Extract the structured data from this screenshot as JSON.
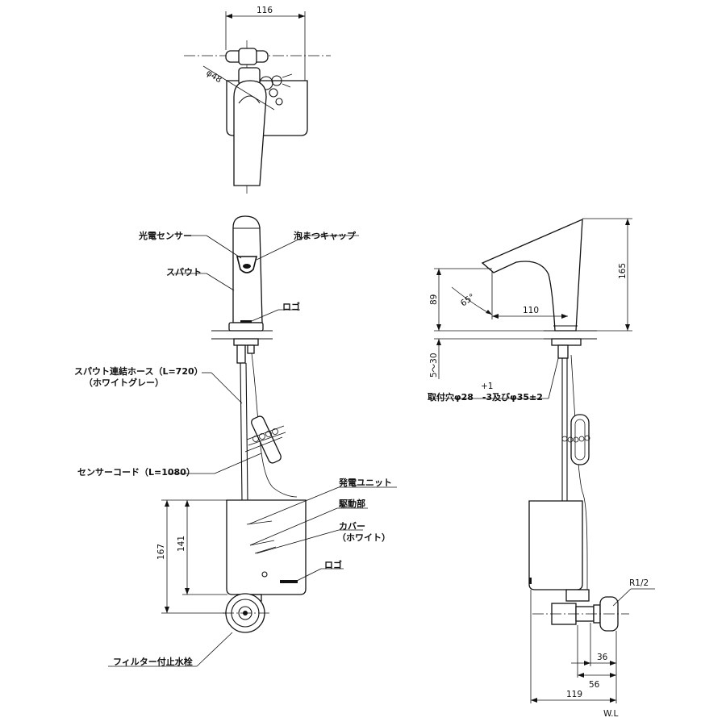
{
  "labels": {
    "sensor": "光電センサー",
    "cap": "泡まつキャップ",
    "spout": "スパウト",
    "logo_top": "ロゴ",
    "hose": "スパウト連結ホース（L=720）",
    "hose_color": "（ホワイトグレー）",
    "sensor_cord": "センサーコード（L=1080）",
    "generator": "発電ユニット",
    "drive": "駆動部",
    "cover": "カバー",
    "cover_color": "（ホワイト）",
    "logo_bottom": "ロゴ",
    "valve": "フィルター付止水栓",
    "mount_hole": "取付穴φ28　-3及びφ35±2",
    "mount_tol": "+1",
    "thread": "R1/2",
    "wl": "W.L"
  },
  "dimensions": {
    "top_width": "116",
    "diameter": "φ48",
    "height_165": "165",
    "height_89": "89",
    "reach_110": "110",
    "angle_65": "65°",
    "deck_5_30": "5～30",
    "box_167": "167",
    "box_141": "141",
    "d36": "36",
    "d56": "56",
    "d119": "119"
  }
}
